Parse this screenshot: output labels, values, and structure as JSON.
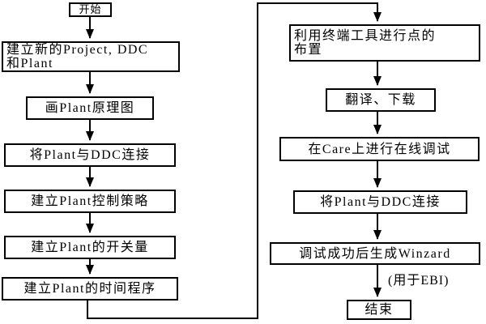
{
  "diagram": {
    "type": "flowchart",
    "background_color": "#ffffff",
    "line_color": "#000000",
    "text_color": "#000000",
    "flow_direction": "left column top-to-bottom, then connector to right column top-to-bottom",
    "flow": {
      "left": [
        {
          "label": "开始"
        },
        {
          "label": "建立新的Project, DDC\n和Plant"
        },
        {
          "label": "画Plant原理图"
        },
        {
          "label": "将Plant与DDC连接"
        },
        {
          "label": "建立Plant控制策略"
        },
        {
          "label": "建立Plant的开关量"
        },
        {
          "label": "建立Plant的时间程序"
        }
      ],
      "right": [
        {
          "label": "利用终端工具进行点的\n布置"
        },
        {
          "label": "翻译、下载"
        },
        {
          "label": "在Care上进行在线调试"
        },
        {
          "label": "将Plant与DDC连接"
        },
        {
          "label": "调试成功后生成Winzard"
        },
        {
          "label": "结束"
        }
      ],
      "annotation": "(用于EBI)"
    },
    "edges": [
      "开始 → 建立新的Project, DDC 和Plant",
      "建立新的Project, DDC 和Plant → 画Plant原理图",
      "画Plant原理图 → 将Plant与DDC连接",
      "将Plant与DDC连接 → 建立Plant控制策略",
      "建立Plant控制策略 → 建立Plant的开关量",
      "建立Plant的开关量 → 建立Plant的时间程序",
      "建立Plant的时间程序 → 利用终端工具进行点的布置",
      "利用终端工具进行点的布置 → 翻译、下载",
      "翻译、下载 → 在Care上进行在线调试",
      "在Care上进行在线调试 → 将Plant与DDC连接",
      "将Plant与DDC连接 → 调试成功后生成Winzard (用于EBI)",
      "调试成功后生成Winzard → 结束"
    ]
  }
}
